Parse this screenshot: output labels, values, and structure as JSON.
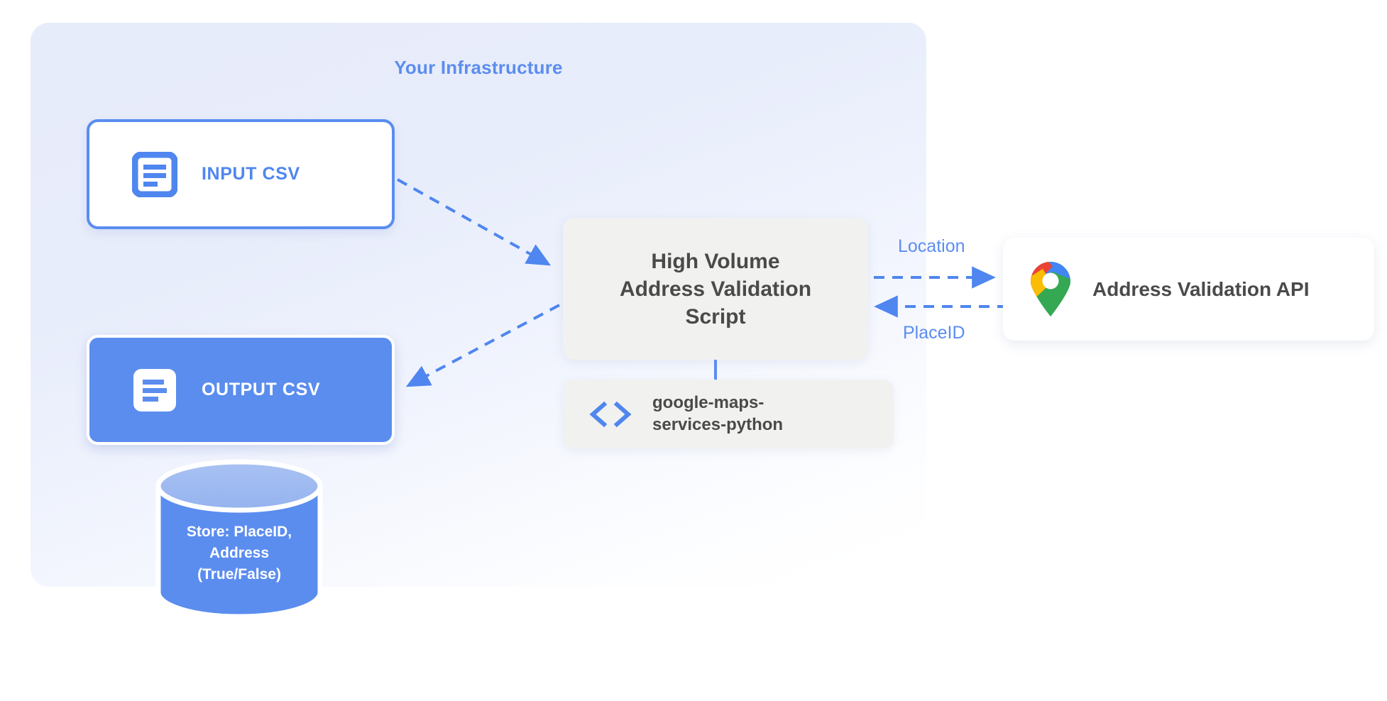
{
  "panel": {
    "title": "Your Infrastructure"
  },
  "nodes": {
    "input_csv": {
      "label": "INPUT CSV",
      "icon": "document-outline-icon"
    },
    "output_csv": {
      "label": "OUTPUT CSV",
      "icon": "document-filled-icon"
    },
    "script": {
      "line1": "High Volume",
      "line2": "Address Validation",
      "line3": "Script"
    },
    "library": {
      "line1": "google-maps-",
      "line2": "services-python",
      "icon": "code-brackets-icon"
    },
    "api": {
      "label": "Address Validation API",
      "icon": "google-maps-pin-icon"
    },
    "database": {
      "line1": "Store: PlaceID,",
      "line2": "Address",
      "line3": "(True/False)"
    }
  },
  "edges": {
    "location_label": "Location",
    "placeid_label": "PlaceID"
  },
  "colors": {
    "accent_blue": "#5b8def",
    "panel_blue": "#e7ecfa",
    "card_grey": "#f1f1ef",
    "text_dark": "#4a4a4a",
    "pin_blue": "#4285f4",
    "pin_red": "#ea4335",
    "pin_yellow": "#fbbc04",
    "pin_green": "#34a853"
  }
}
